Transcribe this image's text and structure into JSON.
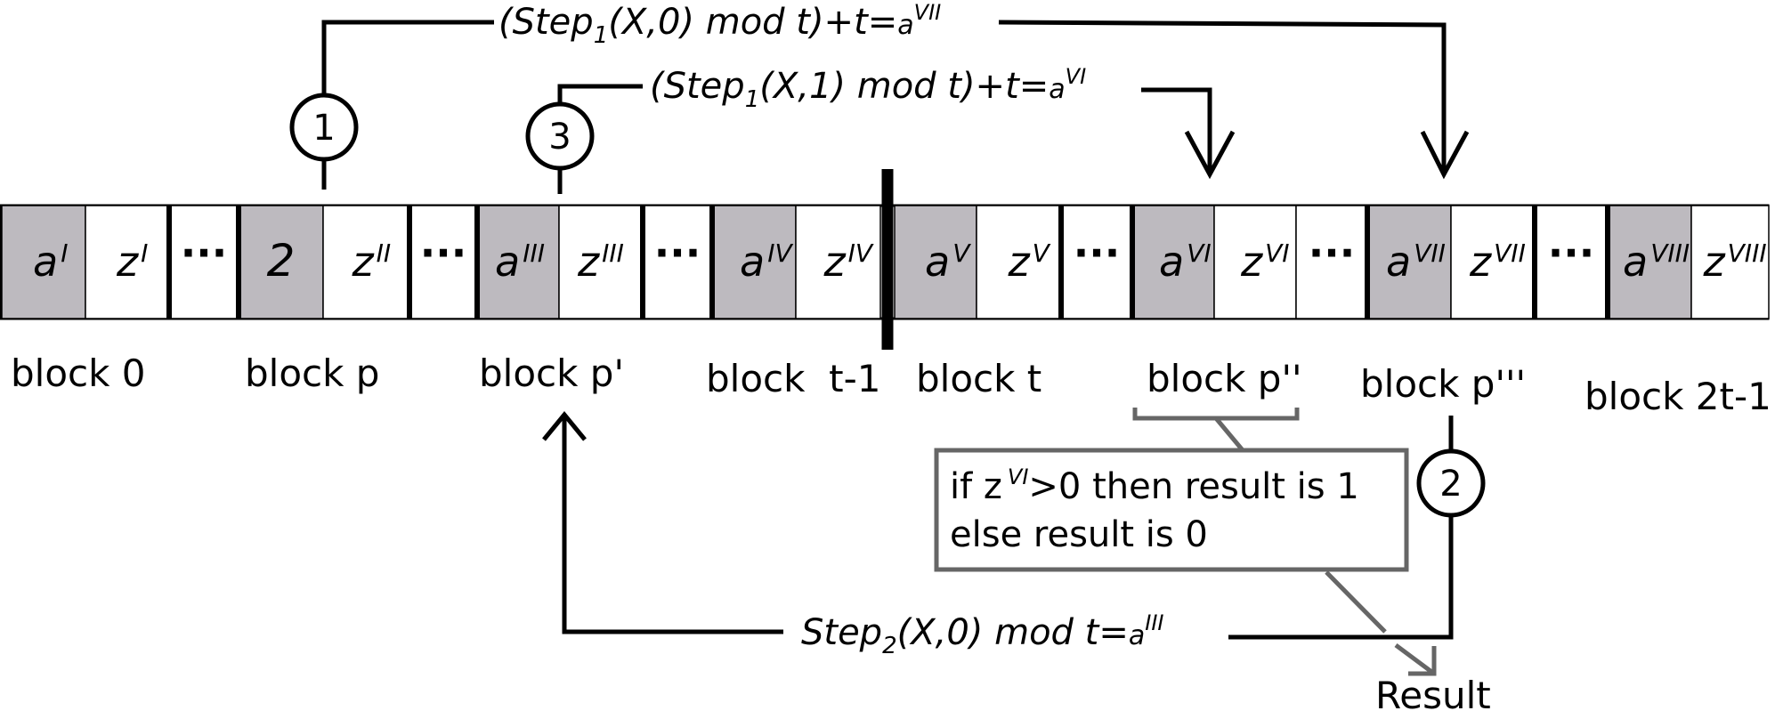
{
  "colors": {
    "a_cell_fill": "#bdbabf",
    "z_cell_fill": "#ffffff",
    "line": "#000000",
    "note_border": "#666666",
    "note_arrow": "#666666"
  },
  "cells": [
    {
      "id": "a1",
      "base": "a",
      "sup": "I"
    },
    {
      "id": "z1",
      "base": "z",
      "sup": "I"
    },
    {
      "id": "dots1",
      "text": "···"
    },
    {
      "id": "two",
      "text": "2"
    },
    {
      "id": "z2",
      "base": "z",
      "sup": "II"
    },
    {
      "id": "dots2",
      "text": "···"
    },
    {
      "id": "a3",
      "base": "a",
      "sup": "III"
    },
    {
      "id": "z3",
      "base": "z",
      "sup": "III"
    },
    {
      "id": "dots3",
      "text": "···"
    },
    {
      "id": "a4",
      "base": "a",
      "sup": "IV"
    },
    {
      "id": "z4",
      "base": "z",
      "sup": "IV"
    },
    {
      "id": "a5",
      "base": "a",
      "sup": "V"
    },
    {
      "id": "z5",
      "base": "z",
      "sup": "V"
    },
    {
      "id": "dots4",
      "text": "···"
    },
    {
      "id": "a6",
      "base": "a",
      "sup": "VI"
    },
    {
      "id": "z6",
      "base": "z",
      "sup": "VI"
    },
    {
      "id": "dots5",
      "text": "···"
    },
    {
      "id": "a7",
      "base": "a",
      "sup": "VII"
    },
    {
      "id": "z7",
      "base": "z",
      "sup": "VII"
    },
    {
      "id": "dots6",
      "text": "···"
    },
    {
      "id": "a8",
      "base": "a",
      "sup": "VIII"
    },
    {
      "id": "z8",
      "base": "z",
      "sup": "VIII"
    }
  ],
  "block_labels": {
    "b0": "block 0",
    "bp": "block p",
    "bp1": "block p'",
    "btm1": "block  t-1",
    "bt": "block t",
    "bp2": "block p''",
    "bp3": "block p'''",
    "b2t": "block 2t-1"
  },
  "steps": {
    "s1": "1",
    "s2": "2",
    "s3": "3"
  },
  "equations": {
    "eq1": {
      "pre": "(Step",
      "sub": "1",
      "post": "(X,0) mod t)+t=",
      "a": "a",
      "sup": "VII"
    },
    "eq3": {
      "pre": "(Step",
      "sub": "1",
      "post": "(X,1) mod t)+t=",
      "a": "a",
      "sup": "VI"
    },
    "eq2": {
      "pre": "Step",
      "sub": "2",
      "post": "(X,0) mod t=",
      "a": "a",
      "sup": "III"
    }
  },
  "note": {
    "line1_pre": "if z",
    "line1_sup": "VI",
    "line1_post": ">0 then result is 1",
    "line2": "else result is 0"
  },
  "result_label": "Result"
}
